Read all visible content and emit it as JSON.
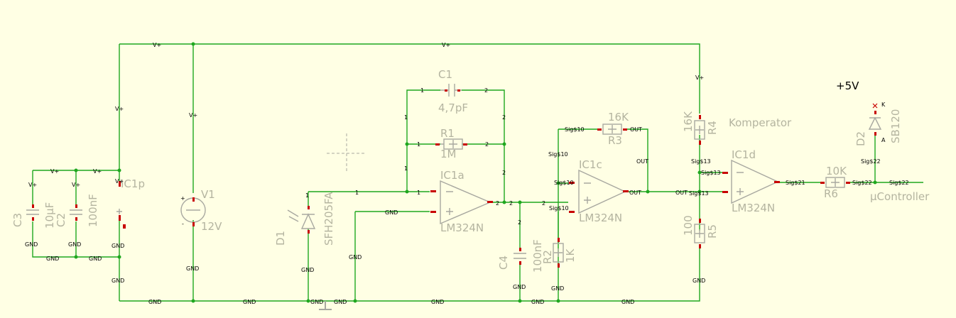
{
  "labels": {
    "plus5v": "+5V",
    "komparator": "Komperator",
    "ucontroller": "µController"
  },
  "parts": {
    "c1": {
      "name": "C1",
      "value": "4,7pF"
    },
    "r1": {
      "name": "R1",
      "value": "1M"
    },
    "ic1a": {
      "name": "IC1a",
      "value": "LM324N"
    },
    "ic1c": {
      "name": "IC1c",
      "value": "LM324N"
    },
    "ic1d": {
      "name": "IC1d",
      "value": "LM324N"
    },
    "ic1p": {
      "name": "IC1p"
    },
    "r3": {
      "name": "R3",
      "value": "16K"
    },
    "r4": {
      "name": "R4",
      "value": "16K"
    },
    "r5": {
      "name": "R5",
      "value": "100"
    },
    "r2": {
      "name": "R2",
      "value": "1K"
    },
    "r6": {
      "name": "R6",
      "value": "10K"
    },
    "c4": {
      "name": "C4",
      "value": "100nF"
    },
    "c3": {
      "name": "C3",
      "value": "10µF"
    },
    "c2": {
      "name": "C2",
      "value": "100nF"
    },
    "v1": {
      "name": "V1",
      "value": "12V"
    },
    "d1": {
      "name": "D1",
      "value": "SFH205FA"
    },
    "d2": {
      "name": "D2",
      "value": "SB120"
    }
  },
  "nets": {
    "vplus": "V+",
    "gnd": "GND",
    "sig10": "Sig$10",
    "sig13": "Sig$13",
    "sig21": "Sig$21",
    "sig22": "Sig$22",
    "out": "OUT",
    "n1": "1",
    "n2": "2"
  },
  "pins": {
    "a": "A",
    "k": "K",
    "plus": "+",
    "minus": "-"
  },
  "colors": {
    "background": "#ffffe4",
    "wire": "#1fa71f",
    "symbol": "#a8a8a0",
    "pin": "#c80000",
    "label": "#b4b4a0"
  }
}
